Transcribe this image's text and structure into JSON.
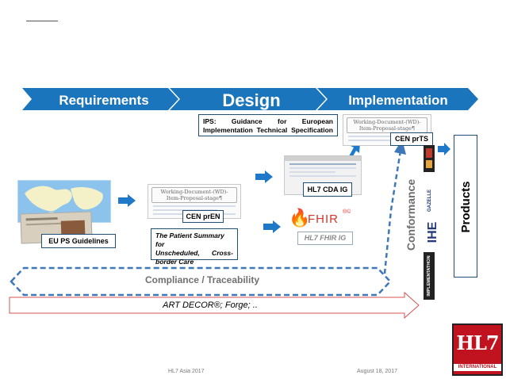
{
  "phases": [
    "Requirements",
    "Design",
    "Implementation"
  ],
  "ips_box": "IPS: Guidance for European Implementation Technical Specification",
  "eu_ps_guidelines": "EU PS Guidelines",
  "doc_header_line1": "Working-Document-(WD)-",
  "doc_header_line2": "Item-Proposal-stage¶",
  "cen_pren": "CEN prEN",
  "patient_summary_line1": "The Patient Summary for",
  "patient_summary_line2": "Unscheduled, Cross-",
  "patient_summary_line3": "border Care",
  "hl7_cda_ig": "HL7 CDA IG",
  "fhir_logo": "FHIR",
  "hl7_fhir_ig": "HL7 FHIR IG",
  "cen_prts": "CEN prTS",
  "conformance": "Conformance",
  "products": "Products",
  "compliance": "Compliance / Traceability",
  "art_decor": "ART DECOR®; Forge; ..",
  "ihe_logo": "IHE",
  "gazelle_logo": "GAZELLE",
  "implementathon_logo": "IMPLEMENTATHON",
  "hl7_logo_main": "HL7",
  "hl7_logo_sub": "INTERNATIONAL",
  "footer_left": "HL7 Asia 2017",
  "footer_right": "August 18, 2017",
  "colors": {
    "banner": "#1b75bc",
    "arrow": "#1f78c8",
    "dashed": "#3f78b8",
    "art_border": "#d9534f",
    "hl7_red": "#c1121f"
  }
}
